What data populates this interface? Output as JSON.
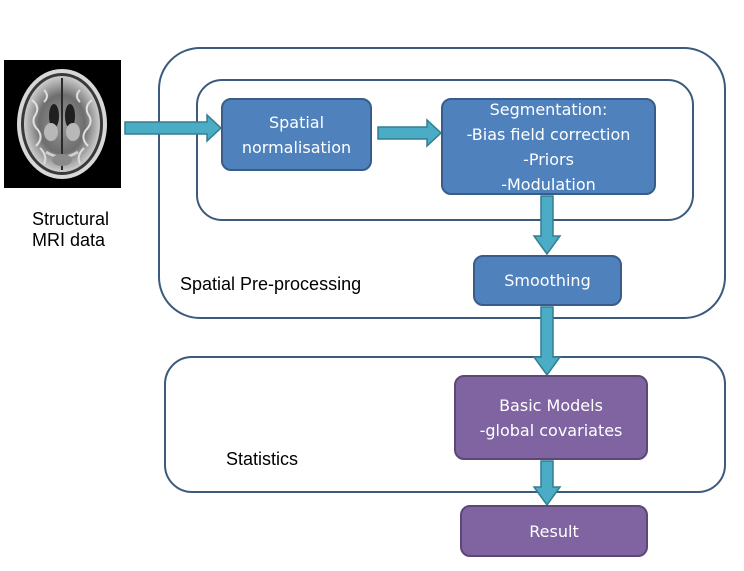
{
  "image_alt": "Structural MRI axial brain slice",
  "input": {
    "label_lines": [
      "Structural",
      "MRI data"
    ]
  },
  "groups": {
    "preprocessing_label": "Spatial Pre-processing",
    "statistics_label": "Statistics"
  },
  "steps": {
    "spatial_normalisation": [
      "Spatial",
      "normalisation"
    ],
    "segmentation": [
      "Segmentation:",
      "-Bias field correction",
      "-Priors",
      "-Modulation"
    ],
    "smoothing": [
      "Smoothing"
    ],
    "basic_models": [
      "Basic Models",
      "-global covariates"
    ],
    "result": [
      "Result"
    ]
  },
  "colors": {
    "step_blue": "#4f81bd",
    "step_blue_border": "#385d8a",
    "step_purple": "#8064a2",
    "step_purple_border": "#5c4776",
    "arrow_fill": "#4bacc6",
    "arrow_stroke": "#357d91",
    "frame_border": "#3b5a7d"
  },
  "icons": {
    "arrow": "block-arrow-icon"
  }
}
